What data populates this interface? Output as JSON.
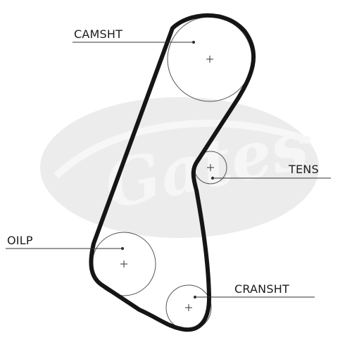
{
  "diagram": {
    "labels": {
      "camshaft": "CAMSHT",
      "tensioner": "TENS",
      "oil_pump": "OILP",
      "crankshaft": "CRANSHT"
    },
    "watermark": {
      "brand_text": "Gates",
      "color": "#e9e9e9"
    },
    "colors": {
      "belt": "#151515",
      "pulley_outline": "#555555",
      "leader_line": "#333333",
      "label_text": "#1c1c1c"
    }
  }
}
